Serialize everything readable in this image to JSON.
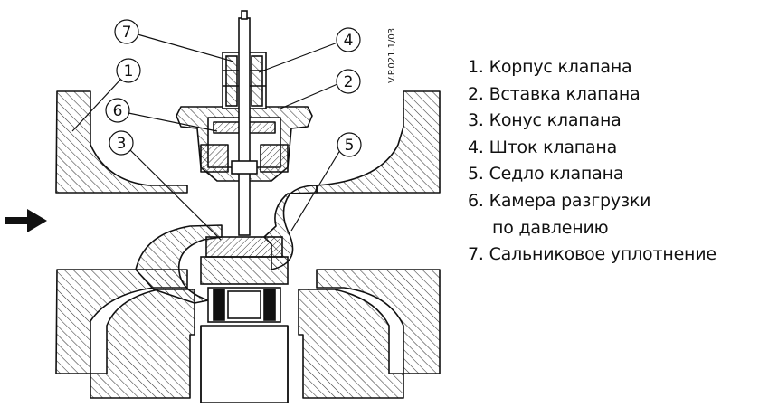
{
  "drawing_code": "V.P.021.1/03",
  "callouts": [
    "1",
    "2",
    "3",
    "4",
    "5",
    "6",
    "7"
  ],
  "legend": [
    "1. Корпус клапана",
    "2. Вставка клапана",
    "3. Конус клапана",
    "4. Шток клапана",
    "5. Седло клапана",
    "6. Камера разгрузки",
    "по давлению",
    "7. Сальниковое уплотнение"
  ],
  "flow_arrow": "arrow-right-icon",
  "colors": {
    "line": "#111111",
    "fill": "#ffffff",
    "hatch": "#333333"
  }
}
